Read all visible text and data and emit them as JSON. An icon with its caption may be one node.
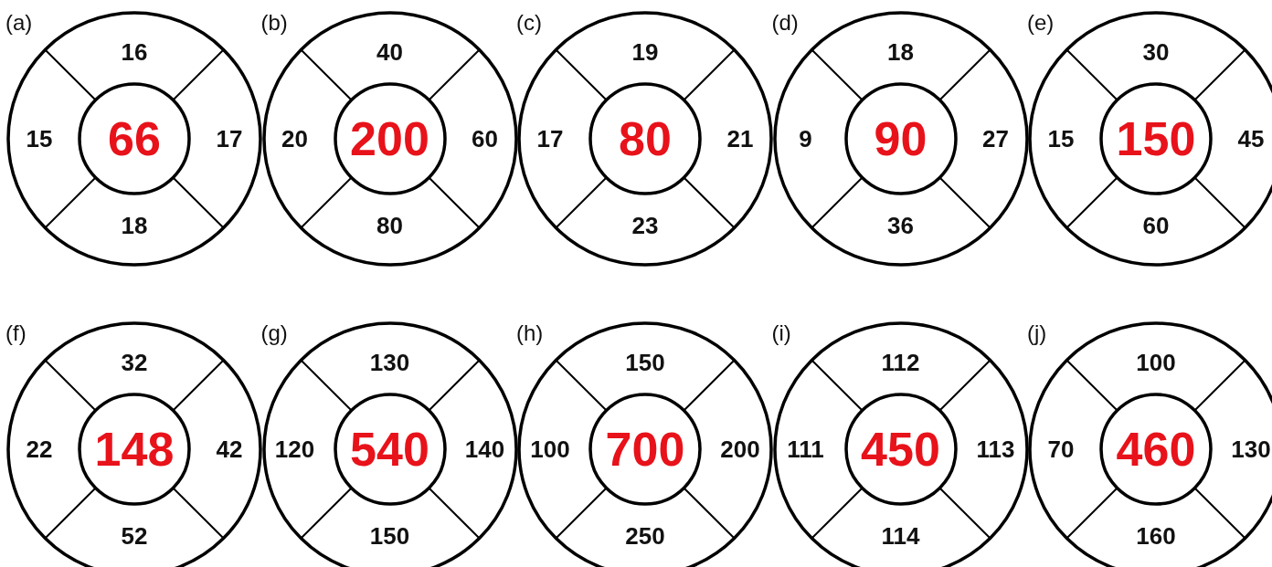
{
  "diagram": {
    "nodes": [
      {
        "text": [
          "(a)",
          "16",
          "15",
          "17",
          "18"
        ]
      },
      {
        "text": [
          "66"
        ],
        "in": 0
      },
      {
        "text": [
          "(b)",
          "40",
          "20",
          "60",
          "80"
        ]
      },
      {
        "text": [
          "200"
        ],
        "in": 2
      },
      {
        "text": [
          "(c)",
          "19",
          "17",
          "21",
          "23"
        ]
      },
      {
        "text": [
          "80"
        ],
        "in": 4
      },
      {
        "text": [
          "(d)",
          "18",
          "9",
          "27",
          "36"
        ]
      },
      {
        "text": [
          "90"
        ],
        "in": 6
      },
      {
        "text": [
          "(e)",
          "30",
          "15",
          "45",
          "60"
        ]
      },
      {
        "text": [
          "150"
        ],
        "in": 8
      },
      {
        "text": [
          "(f)",
          "32",
          "22",
          "42",
          "52"
        ]
      },
      {
        "text": [
          "148"
        ],
        "in": 10
      },
      {
        "text": [
          "(g)",
          "130",
          "120",
          "140",
          "150"
        ]
      },
      {
        "text": [
          "540"
        ],
        "in": 12
      },
      {
        "text": [
          "(h)",
          "150",
          "100",
          "200",
          "250"
        ]
      },
      {
        "text": [
          "700"
        ],
        "in": 14
      },
      {
        "text": [
          "(i)",
          "112",
          "111",
          "113",
          "114"
        ]
      },
      {
        "text": [
          "450"
        ],
        "in": 16
      },
      {
        "text": [
          "(j)",
          "100",
          "70",
          "130",
          "160"
        ]
      },
      {
        "text": [
          "460"
        ],
        "in": 18
      }
    ]
  }
}
